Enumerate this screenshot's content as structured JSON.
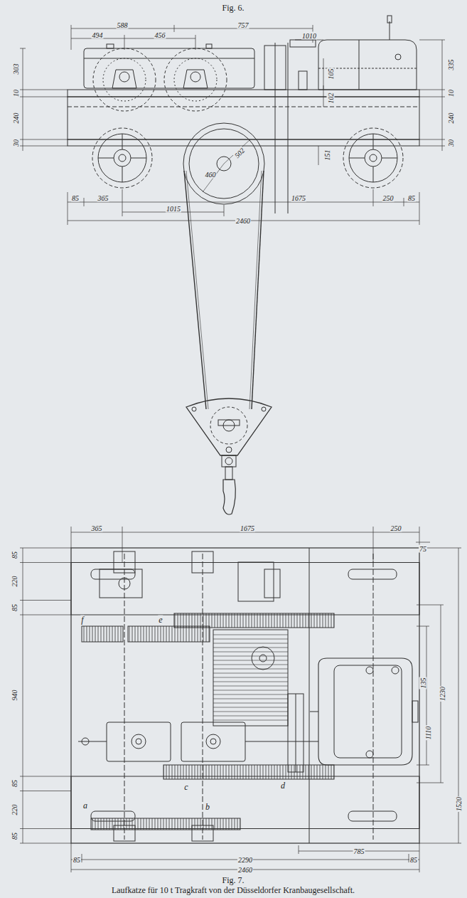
{
  "diagram": {
    "caption": "Laufkatze für 10 t Tragkraft von der Düsseldorfer Kranbaugesellschaft.",
    "labels": [
      "Fig. 6.",
      "588",
      "494",
      "757",
      "456",
      "1010",
      "303",
      "10",
      "240",
      "30",
      "335",
      "10",
      "240",
      "30",
      "105",
      "102",
      "151",
      "460",
      "502",
      "85",
      "365",
      "1015",
      "1675",
      "250",
      "85",
      "2460",
      "365",
      "1675",
      "250",
      "75",
      "85",
      "220",
      "85",
      "940",
      "85",
      "220",
      "85",
      "1110",
      "135",
      "1230",
      "1520",
      "785",
      "85",
      "2290",
      "85",
      "2460",
      "f",
      "e",
      "c",
      "d",
      "a",
      "b",
      "Fig. 7."
    ]
  }
}
